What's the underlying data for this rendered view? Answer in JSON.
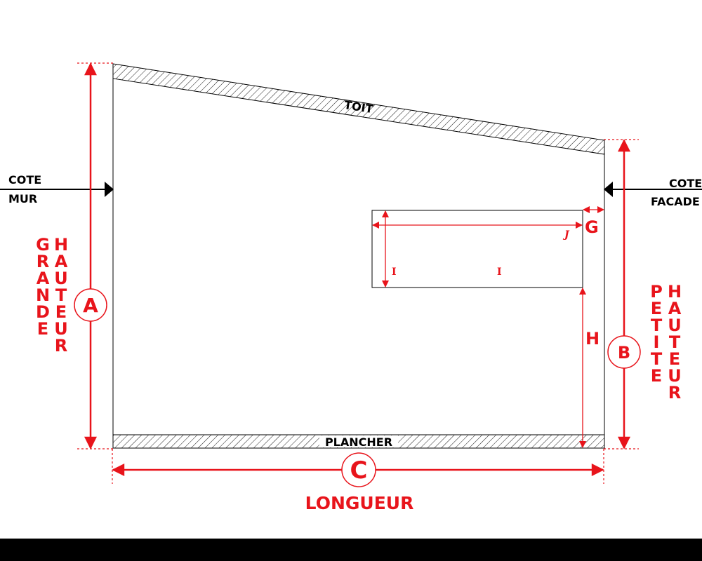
{
  "diagram": {
    "roof_label": "TOIT",
    "floor_label": "PLANCHER",
    "wall_side": {
      "line1": "COTE",
      "line2": "MUR"
    },
    "facade_side": {
      "line1": "COTE",
      "line2": "FACADE"
    },
    "dim_a": {
      "letter": "A",
      "word1": "GRANDE",
      "word2": "HAUTEUR"
    },
    "dim_b": {
      "letter": "B",
      "word1": "PETITE",
      "word2": "HAUTEUR"
    },
    "dim_c": {
      "letter": "C",
      "word": "LONGUEUR"
    },
    "opening": {
      "width_label": "J",
      "height_label": "I",
      "inner_label": "I"
    },
    "dim_g": "G",
    "dim_h": "H"
  },
  "colors": {
    "dimension": "#e8141b",
    "structure": "#000000",
    "background": "#ffffff"
  }
}
